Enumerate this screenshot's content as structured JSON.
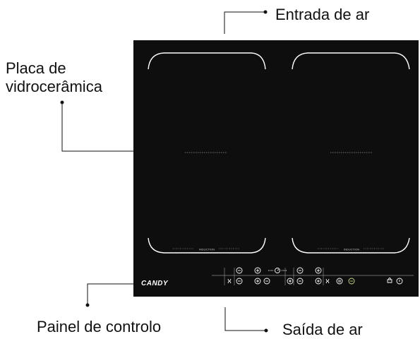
{
  "labels": {
    "air_inlet": "Entrada de ar",
    "hob_line1": "Placa de",
    "hob_line2": "vidrocerâmica",
    "control_panel": "Painel de controlo",
    "air_outlet": "Saída de ar"
  },
  "hob": {
    "brand": "CANDY",
    "zone_marking": "INDUCTION",
    "glass_color": "#0e0e0e",
    "line_color": "#ffffff",
    "highlight_color": "#c8e08a"
  },
  "controls": {
    "icons": [
      "minus-icon",
      "plus-icon",
      "timer-icon",
      "bridge-icon",
      "pause-icon",
      "boost-icon",
      "lock-icon",
      "power-icon"
    ]
  }
}
